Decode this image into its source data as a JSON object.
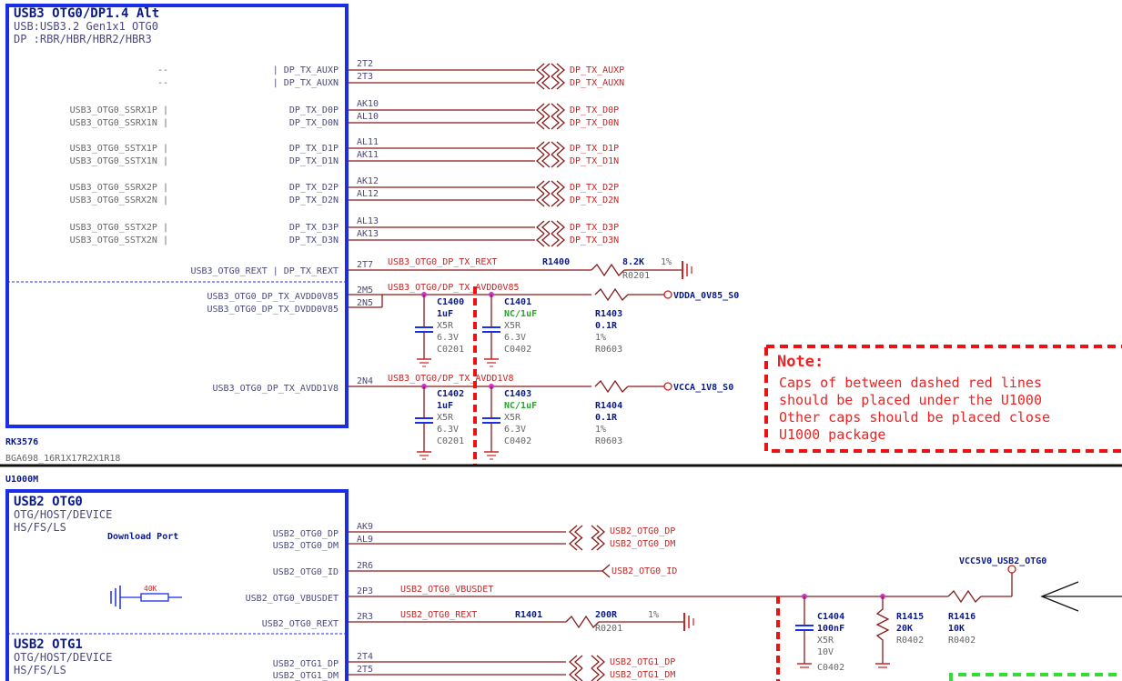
{
  "top_block": {
    "title": "USB3 OTG0/DP1.4 Alt",
    "sub1": "USB:USB3.2 Gen1x1 OTG0",
    "sub2": "DP   :RBR/HBR/HBR2/HBR3",
    "part": "RK3576",
    "package": "BGA698_16R1X17R2X1R18",
    "ref": "U1000M"
  },
  "pins": [
    {
      "left": "--",
      "right": "| DP_TX_AUXP",
      "pin": "2T2",
      "net": "DP_TX_AUXP"
    },
    {
      "left": "--",
      "right": "| DP_TX_AUXN",
      "pin": "2T3",
      "net": "DP_TX_AUXN"
    },
    {
      "left": "USB3_OTG0_SSRX1P |",
      "right": "DP_TX_D0P",
      "pin": "AK10",
      "net": "DP_TX_D0P"
    },
    {
      "left": "USB3_OTG0_SSRX1N |",
      "right": "DP_TX_D0N",
      "pin": "AL10",
      "net": "DP_TX_D0N"
    },
    {
      "left": "USB3_OTG0_SSTX1P |",
      "right": "DP_TX_D1P",
      "pin": "AL11",
      "net": "DP_TX_D1P"
    },
    {
      "left": "USB3_OTG0_SSTX1N |",
      "right": "DP_TX_D1N",
      "pin": "AK11",
      "net": "DP_TX_D1N"
    },
    {
      "left": "USB3_OTG0_SSRX2P |",
      "right": "DP_TX_D2P",
      "pin": "AK12",
      "net": "DP_TX_D2P"
    },
    {
      "left": "USB3_OTG0_SSRX2N |",
      "right": "DP_TX_D2N",
      "pin": "AL12",
      "net": "DP_TX_D2N"
    },
    {
      "left": "USB3_OTG0_SSTX2P |",
      "right": "DP_TX_D3P",
      "pin": "AL13",
      "net": "DP_TX_D3P"
    },
    {
      "left": "USB3_OTG0_SSTX2N |",
      "right": "DP_TX_D3N",
      "pin": "AK13",
      "net": "DP_TX_D3N"
    }
  ],
  "rext": {
    "label": "USB3_OTG0_REXT   | DP_TX_REXT",
    "pin": "2T7",
    "net": "USB3_OTG0_DP_TX_REXT",
    "ref": "R1400",
    "val": "8.2K",
    "tol": "1%",
    "pkg": "R0201"
  },
  "avdd0v85": {
    "label1": "USB3_OTG0_DP_TX_AVDD0V85",
    "label2": "USB3_OTG0_DP_TX_DVDD0V85",
    "pin1": "2M5",
    "pin2": "2N5",
    "net": "USB3_OTG0/DP_TX_AVDD0V85",
    "cap1": {
      "ref": "C1400",
      "val": "1uF",
      "die": "X5R",
      "volt": "6.3V",
      "pkg": "C0201"
    },
    "cap2": {
      "ref": "C1401",
      "val": "NC/1uF",
      "die": "X5R",
      "volt": "6.3V",
      "pkg": "C0402"
    },
    "res": {
      "ref": "R1403",
      "val": "0.1R",
      "tol": "1%",
      "pkg": "R0603"
    },
    "rail": "VDDA_0V85_S0"
  },
  "avdd1v8": {
    "label": "USB3_OTG0_DP_TX_AVDD1V8",
    "pin": "2N4",
    "net": "USB3_OTG0/DP_TX_AVDD1V8",
    "cap1": {
      "ref": "C1402",
      "val": "1uF",
      "die": "X5R",
      "volt": "6.3V",
      "pkg": "C0201"
    },
    "cap2": {
      "ref": "C1403",
      "val": "NC/1uF",
      "die": "X5R",
      "volt": "6.3V",
      "pkg": "C0402"
    },
    "res": {
      "ref": "R1404",
      "val": "0.1R",
      "tol": "1%",
      "pkg": "R0603"
    },
    "rail": "VCCA_1V8_S0"
  },
  "note": {
    "title": "Note:",
    "lines": [
      "Caps of between dashed red lines",
      "should be placed under the U1000",
      "Other caps should be placed close",
      "U1000 package"
    ]
  },
  "usb2_otg0": {
    "title": "USB2 OTG0",
    "sub1": "OTG/HOST/DEVICE",
    "sub2": "HS/FS/LS",
    "tag": "Download Port",
    "pins": [
      {
        "label": "USB2_OTG0_DP",
        "pin": "AK9",
        "net": "USB2_OTG0_DP"
      },
      {
        "label": "USB2_OTG0_DM",
        "pin": "AL9",
        "net": "USB2_OTG0_DM"
      }
    ],
    "id": {
      "label": "USB2_OTG0_ID",
      "pin": "2R6",
      "net": "USB2_OTG0_ID"
    },
    "vbus": {
      "label": "USB2_OTG0_VBUSDET",
      "pin": "2P3",
      "net": "USB2_OTG0_VBUSDET"
    },
    "pulldown": "40K",
    "rext": {
      "label": "USB2_OTG0_REXT",
      "pin": "2R3",
      "net": "USB2_OTG0_REXT",
      "ref": "R1401",
      "val": "200R",
      "tol": "1%",
      "pkg": "R0201"
    },
    "c1404": {
      "ref": "C1404",
      "val": "100nF",
      "die": "X5R",
      "volt": "10V",
      "pkg": "C0402"
    },
    "r1415": {
      "ref": "R1415",
      "val": "20K",
      "pkg": "R0402"
    },
    "r1416": {
      "ref": "R1416",
      "val": "10K",
      "pkg": "R0402"
    },
    "rail": "VCC5V0_USB2_OTG0"
  },
  "usb2_otg1": {
    "title": "USB2 OTG1",
    "sub1": "OTG/HOST/DEVICE",
    "sub2": "HS/FS/LS",
    "pins": [
      {
        "label": "USB2_OTG1_DP",
        "pin": "2T4",
        "net": "USB2_OTG1_DP"
      },
      {
        "label": "USB2_OTG1_DM",
        "pin": "2T5",
        "net": "USB2_OTG1_DM"
      }
    ]
  }
}
